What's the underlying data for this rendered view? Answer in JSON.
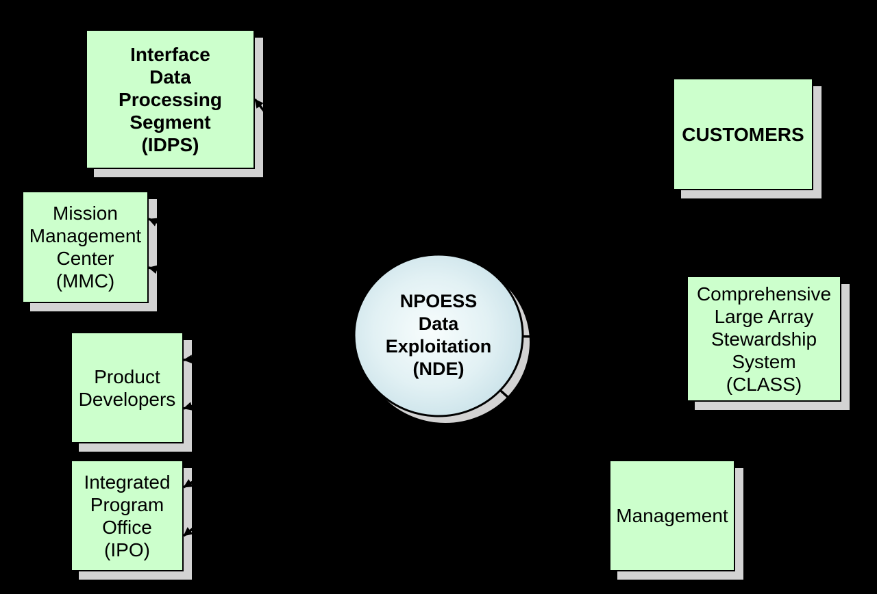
{
  "diagram": {
    "background_color": "#000000",
    "node_fill_color": "#ccffcc",
    "node_border_color": "#000000",
    "shadow_color": "#d3d3d3",
    "connector_color": "#000000",
    "center_node": {
      "id": "nde",
      "shape": "ellipse",
      "label": "NPOESS\nData\nExploitation\n(NDE)",
      "fill_center": "#f8fdfd",
      "fill_edge": "#c5dfe7"
    },
    "nodes": [
      {
        "id": "idps",
        "label": "Interface\nData\nProcessing\nSegment\n(IDPS)",
        "emphasis": "bold"
      },
      {
        "id": "mmc",
        "label": "Mission\nManagement\nCenter\n(MMC)",
        "emphasis": "regular"
      },
      {
        "id": "product-developers",
        "label": "Product\nDevelopers",
        "emphasis": "regular"
      },
      {
        "id": "ipo",
        "label": "Integrated\nProgram\nOffice\n(IPO)",
        "emphasis": "regular"
      },
      {
        "id": "customers",
        "label": "CUSTOMERS",
        "emphasis": "bold"
      },
      {
        "id": "class",
        "label": "Comprehensive\nLarge Array\nStewardship\nSystem\n(CLASS)",
        "emphasis": "regular"
      },
      {
        "id": "management",
        "label": "Management",
        "emphasis": "regular"
      }
    ],
    "edges": [
      {
        "from": "nde",
        "to": "idps",
        "arrows": 1
      },
      {
        "from": "nde",
        "to": "mmc",
        "arrows": 2
      },
      {
        "from": "nde",
        "to": "product-developers",
        "arrows": 2
      },
      {
        "from": "nde",
        "to": "ipo",
        "arrows": 2
      },
      {
        "from": "nde",
        "to": "customers",
        "arrows": 1
      },
      {
        "from": "nde",
        "to": "class",
        "arrows": 1
      },
      {
        "from": "nde",
        "to": "management",
        "arrows": 1
      }
    ]
  }
}
